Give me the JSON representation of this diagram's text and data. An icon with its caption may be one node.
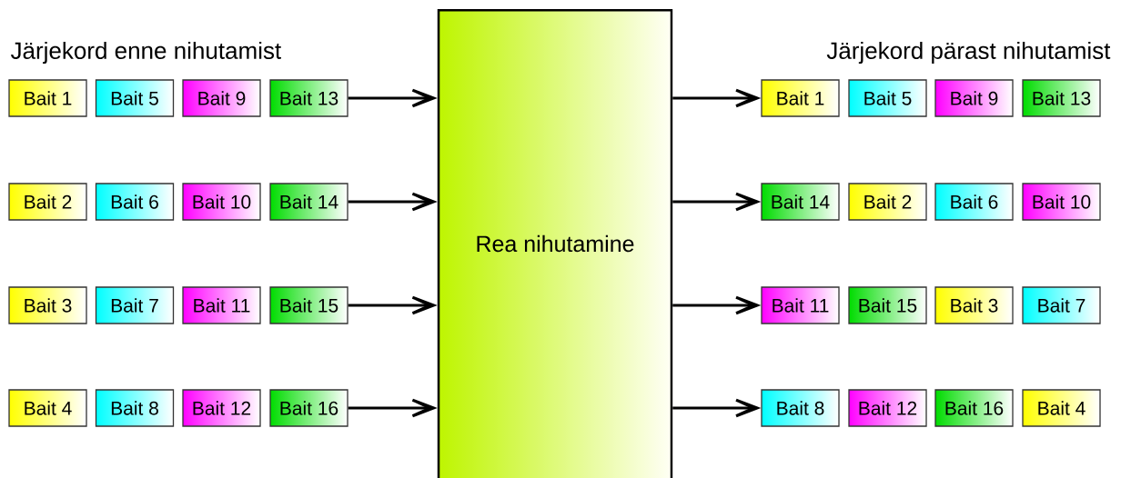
{
  "diagram": {
    "nodes": [
      {
        "text": [
          "Bait 1"
        ]
      },
      {
        "text": [
          "Bait 5"
        ]
      },
      {
        "text": [
          "Bait 9"
        ]
      },
      {
        "text": [
          "Bait 13"
        ]
      },
      {
        "text": [
          "Bait 2"
        ]
      },
      {
        "text": [
          "Bait 6"
        ]
      },
      {
        "text": [
          "Bait 10"
        ]
      },
      {
        "text": [
          "Bait 14"
        ]
      },
      {
        "text": [
          "Bait 3"
        ]
      },
      {
        "text": [
          "Bait 7"
        ]
      },
      {
        "text": [
          "Bait 11"
        ]
      },
      {
        "text": [
          "Bait 15"
        ]
      },
      {
        "text": [
          "Bait 4"
        ]
      },
      {
        "text": [
          "Bait 8"
        ]
      },
      {
        "text": [
          "Bait 12"
        ]
      },
      {
        "text": [
          "Bait 16"
        ]
      },
      {
        "text": [
          "Rea nihutamine"
        ]
      },
      {
        "text": [
          "Bait 1"
        ]
      },
      {
        "text": [
          "Bait 5"
        ]
      },
      {
        "text": [
          "Bait 9"
        ]
      },
      {
        "text": [
          "Bait 13"
        ]
      },
      {
        "text": [
          "Bait 14"
        ]
      },
      {
        "text": [
          "Bait 2"
        ]
      },
      {
        "text": [
          "Bait 6"
        ]
      },
      {
        "text": [
          "Bait 10"
        ]
      },
      {
        "text": [
          "Bait 11"
        ]
      },
      {
        "text": [
          "Bait 15"
        ]
      },
      {
        "text": [
          "Bait 3"
        ]
      },
      {
        "text": [
          "Bait 7"
        ]
      },
      {
        "text": [
          "Bait 8"
        ]
      },
      {
        "text": [
          "Bait 12"
        ]
      },
      {
        "text": [
          "Bait 16"
        ]
      },
      {
        "text": [
          "Bait 4"
        ]
      }
    ],
    "edges": [
      {
        "from": 3,
        "to": 16,
        "arrow": "to"
      },
      {
        "from": 7,
        "to": 16,
        "arrow": "to"
      },
      {
        "from": 11,
        "to": 16,
        "arrow": "to"
      },
      {
        "from": 15,
        "to": 16,
        "arrow": "to"
      },
      {
        "from": 16,
        "to": 17,
        "arrow": "to"
      },
      {
        "from": 16,
        "to": 21,
        "arrow": "to"
      },
      {
        "from": 16,
        "to": 25,
        "arrow": "to"
      },
      {
        "from": 16,
        "to": 29,
        "arrow": "to"
      }
    ],
    "labels": [
      "Järjekord enne nihutamist",
      "Järjekord pärast nihutamist"
    ]
  }
}
